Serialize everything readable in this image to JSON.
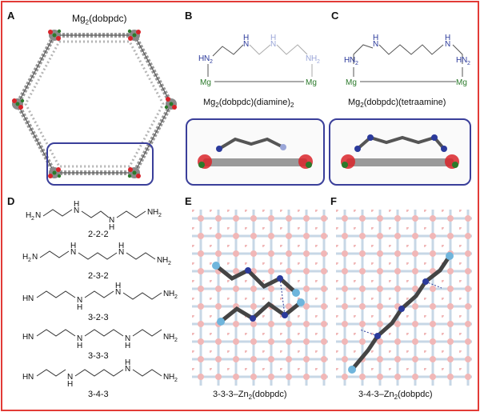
{
  "colors": {
    "frame": "#e23b36",
    "highlight_box": "#3a3f9a",
    "nitrogen": "#2b3a9b",
    "magnesium": "#2b7a2b",
    "oxygen": "#d9242a",
    "carbon": "#8a8a8a",
    "faded_nitrogen": "#9aa6d8"
  },
  "panels": {
    "A": {
      "letter": "A",
      "title_base": "Mg",
      "title_sub": "2",
      "title_rest": "(dobpdc)"
    },
    "B": {
      "letter": "B",
      "atoms": {
        "n": "N",
        "nh": "H",
        "nh2": "H",
        "nh2_sub": "2",
        "mg": "Mg"
      },
      "caption_base": "Mg",
      "caption_sub": "2",
      "caption_mid": "(dobpdc)(diamine)",
      "caption_sub2": "2"
    },
    "C": {
      "letter": "C",
      "atoms": {
        "n": "N",
        "nh": "H",
        "nh2": "H",
        "nh2_sub": "2",
        "mg": "Mg"
      },
      "caption_base": "Mg",
      "caption_sub": "2",
      "caption_rest": "(dobpdc)(tetraamine)"
    },
    "D": {
      "letter": "D",
      "amine_labels": {
        "nh2": "H",
        "h2n": "H",
        "n": "N",
        "h": "H",
        "sub2": "2"
      },
      "structures": [
        {
          "label": "2-2-2"
        },
        {
          "label": "2-3-2"
        },
        {
          "label": "3-2-3"
        },
        {
          "label": "3-3-3"
        },
        {
          "label": "3-4-3"
        }
      ]
    },
    "E": {
      "letter": "E",
      "caption_base": "3-3-3–Zn",
      "caption_sub": "2",
      "caption_rest": "(dobpdc)"
    },
    "F": {
      "letter": "F",
      "caption_base": "3-4-3–Zn",
      "caption_sub": "2",
      "caption_rest": "(dobpdc)"
    }
  }
}
